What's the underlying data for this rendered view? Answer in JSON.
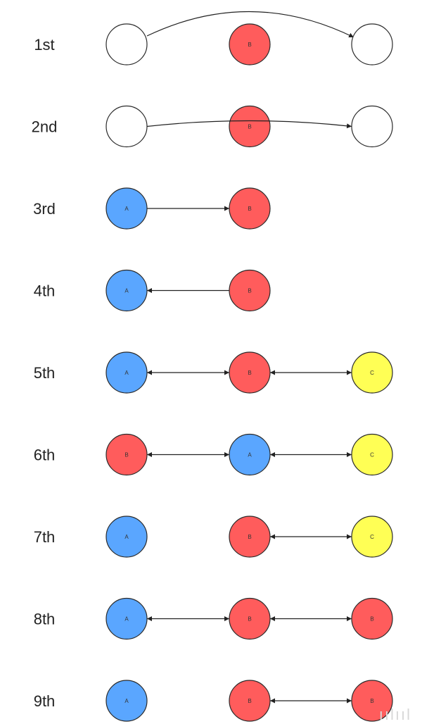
{
  "colors": {
    "empty": "#ffffff",
    "A": "#5aa6ff",
    "B": "#ff5c5c",
    "C": "#ffff55",
    "stroke": "#2a2a2a",
    "edge": "#222222"
  },
  "watermark": "ıılııl",
  "rows": [
    {
      "label": "1st",
      "nodes": [
        "",
        "B",
        ""
      ],
      "edges": [
        {
          "from": 0,
          "to": 2,
          "start": "none",
          "end": "arrow",
          "curve": "high"
        }
      ]
    },
    {
      "label": "2nd",
      "nodes": [
        "",
        "B",
        ""
      ],
      "edges": [
        {
          "from": 0,
          "to": 2,
          "start": "none",
          "end": "arrow",
          "curve": "low",
          "over_nodes": true
        }
      ]
    },
    {
      "label": "3rd",
      "nodes": [
        "A",
        "B",
        null
      ],
      "edges": [
        {
          "from": 0,
          "to": 1,
          "start": "none",
          "end": "arrow",
          "curve": "none"
        }
      ]
    },
    {
      "label": "4th",
      "nodes": [
        "A",
        "B",
        null
      ],
      "edges": [
        {
          "from": 0,
          "to": 1,
          "start": "arrow",
          "end": "none",
          "curve": "none"
        }
      ]
    },
    {
      "label": "5th",
      "nodes": [
        "A",
        "B",
        "C"
      ],
      "edges": [
        {
          "from": 0,
          "to": 1,
          "start": "arrow",
          "end": "arrow",
          "curve": "none"
        },
        {
          "from": 1,
          "to": 2,
          "start": "arrow",
          "end": "arrow",
          "curve": "none"
        }
      ]
    },
    {
      "label": "6th",
      "nodes": [
        "B",
        "A",
        "C"
      ],
      "edges": [
        {
          "from": 0,
          "to": 1,
          "start": "arrow",
          "end": "arrow",
          "curve": "none"
        },
        {
          "from": 1,
          "to": 2,
          "start": "arrow",
          "end": "arrow",
          "curve": "none"
        }
      ]
    },
    {
      "label": "7th",
      "nodes": [
        "A",
        "B",
        "C"
      ],
      "edges": [
        {
          "from": 1,
          "to": 2,
          "start": "arrow",
          "end": "arrow",
          "curve": "none"
        }
      ]
    },
    {
      "label": "8th",
      "nodes": [
        "A",
        "B",
        "B"
      ],
      "edges": [
        {
          "from": 0,
          "to": 1,
          "start": "arrow",
          "end": "arrow",
          "curve": "none"
        },
        {
          "from": 1,
          "to": 2,
          "start": "arrow",
          "end": "arrow",
          "curve": "none"
        }
      ]
    },
    {
      "label": "9th",
      "nodes": [
        "A",
        "B",
        "B"
      ],
      "edges": [
        {
          "from": 1,
          "to": 2,
          "start": "arrow",
          "end": "arrow",
          "curve": "none"
        }
      ]
    }
  ]
}
